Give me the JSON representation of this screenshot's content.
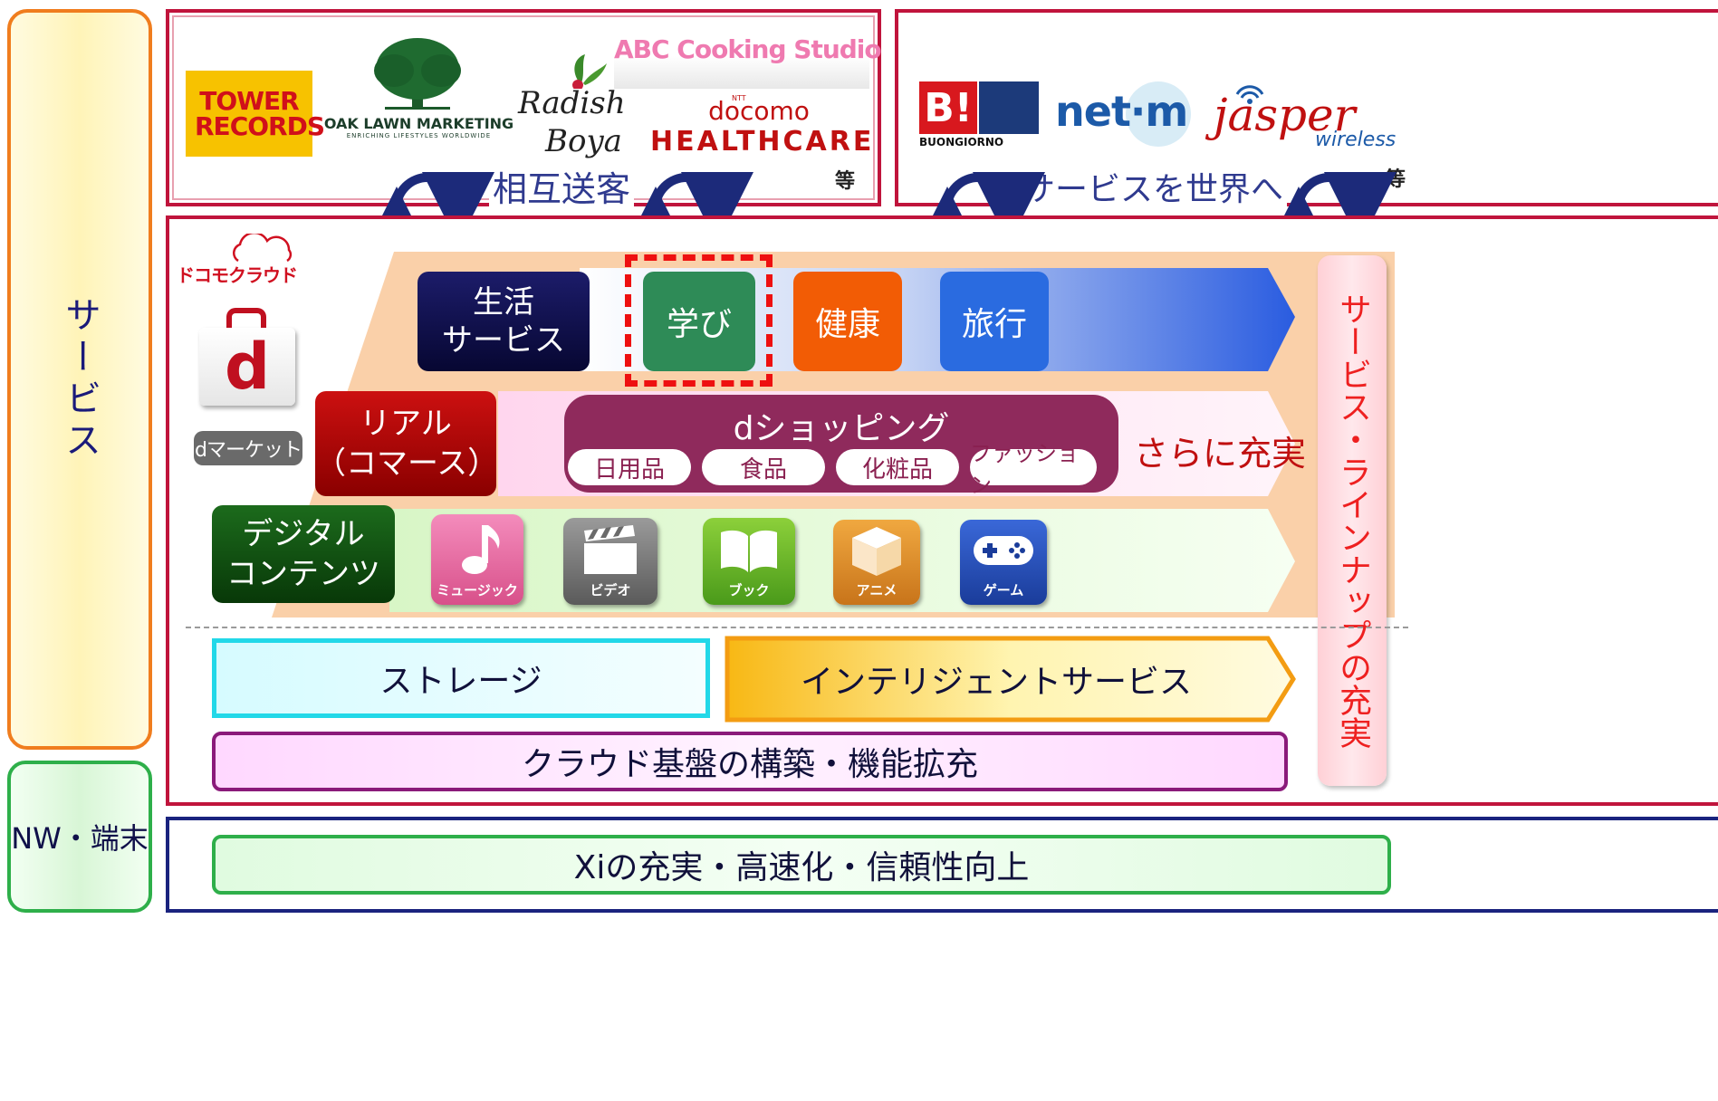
{
  "left_labels": {
    "service": "サービス",
    "nw_terminal": "NW・端末"
  },
  "partners_left": {
    "logos": {
      "tower_records": "TOWER RECORDS",
      "oak_lawn": "OAK LAWN MARKETING",
      "oak_lawn_sub": "ENRICHING LIFESTYLES WORLDWIDE",
      "radish_boya_line1": "Radish",
      "radish_boya_line2": "Boya",
      "abc_cooking": "ABC Cooking Studio",
      "docomo": "docomo",
      "docomo_ntt": "NTT",
      "healthcare": "HEALTHCARE"
    },
    "caption": "相互送客",
    "etc": "等"
  },
  "partners_right": {
    "logos": {
      "buongiorno": "BUONGIORNO",
      "buongiorno_mark": "B!",
      "netm": "net·m",
      "jasper": "jasper",
      "jasper_sub": "wireless"
    },
    "caption": "サービスを世界へ",
    "etc": "等"
  },
  "platform": {
    "docomo_cloud": "ドコモクラウド",
    "d_letter": "d",
    "dmarket": "dマーケット"
  },
  "rows": {
    "life": {
      "title": "生活\nサービス",
      "items": [
        "学び",
        "健康",
        "旅行"
      ]
    },
    "real": {
      "title": "リアル\n（コマース）",
      "shopping_title": "dショッピング",
      "shopping_items": [
        "日用品",
        "食品",
        "化粧品",
        "ファッション"
      ],
      "more": "さらに充実"
    },
    "digital": {
      "title": "デジタル\nコンテンツ",
      "apps": [
        "ミュージック",
        "ビデオ",
        "ブック",
        "アニメ",
        "ゲーム"
      ]
    }
  },
  "lineup": "サービス・ラインナップの充実",
  "storage": "ストレージ",
  "intelligent": "インテリジェントサービス",
  "cloud_base": "クラウド基盤の構築・機能拡充",
  "network": "Xiの充実・高速化・信頼性向上",
  "colors": {
    "frame_red": "#c0143c",
    "navy": "#1a237e",
    "arrow_blue": "#1c2a7a",
    "life_dark": "#0c0c4a",
    "manabi_green": "#2e8b57",
    "kenko_orange": "#f25c05",
    "ryoko_blue": "#2a6be0",
    "real_red": "#b00000",
    "shopping_purple": "#8f2a5c",
    "digital_green": "#0d4d0d"
  }
}
